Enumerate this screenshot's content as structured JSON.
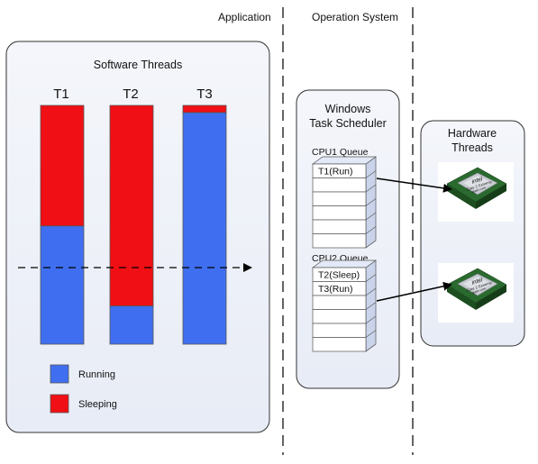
{
  "columns": {
    "application": "Application",
    "operating_system": "Operation System"
  },
  "software_threads": {
    "title": "Software Threads",
    "threads": [
      {
        "label": "T1",
        "sleeping_fraction": 0.505,
        "running_fraction": 0.495
      },
      {
        "label": "T2",
        "sleeping_fraction": 0.84,
        "running_fraction": 0.16
      },
      {
        "label": "T3",
        "sleeping_fraction": 0.03,
        "running_fraction": 0.97
      }
    ],
    "legend": {
      "running": "Running",
      "sleeping": "Sleeping"
    }
  },
  "scheduler": {
    "title_line1": "Windows",
    "title_line2": "Task Scheduler",
    "cpu1": {
      "label": "CPU1 Queue",
      "entries": [
        "T1(Run)"
      ]
    },
    "cpu2": {
      "label": "CPU2 Queue",
      "entries": [
        "T2(Sleep)",
        "T3(Run)"
      ]
    }
  },
  "hardware": {
    "title_line1": "Hardware",
    "title_line2": "Threads",
    "chip_brand": "intel",
    "chip_line1": "Core 2 Extreme",
    "chip_line2": "quad-core"
  },
  "colors": {
    "running": "#3f6ff0",
    "sleeping": "#f00f14",
    "panel_fill": "#eef1f9",
    "panel_stroke": "#333333"
  }
}
